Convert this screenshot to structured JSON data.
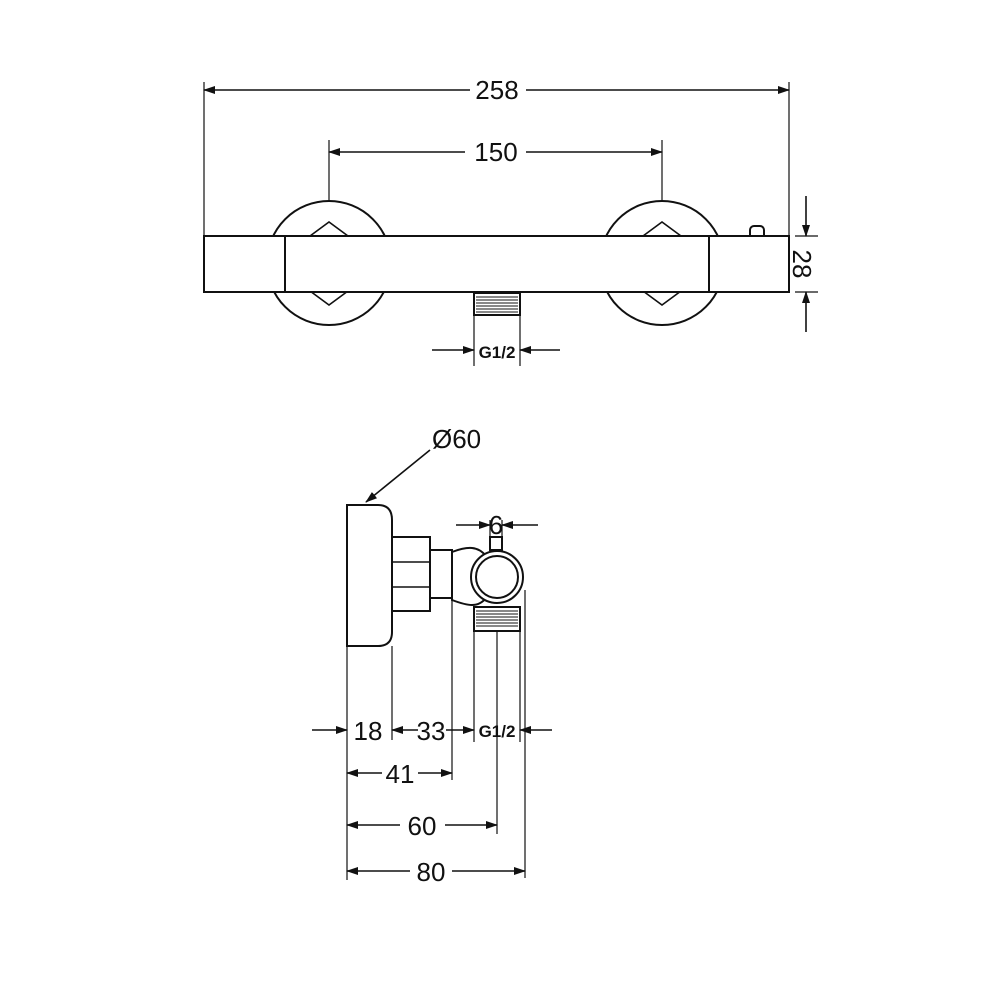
{
  "front_view": {
    "dim_overall_width": "258",
    "dim_center_distance": "150",
    "dim_body_height": "28",
    "dim_outlet_thread": "G1/2"
  },
  "side_view": {
    "dim_rosette_diameter": "Ø60",
    "dim_pin": "6",
    "dim_rosette_depth": "18",
    "dim_connector_length": "33",
    "dim_outlet_thread": "G1/2",
    "dim_to_body": "41",
    "dim_to_outlet_axis": "60",
    "dim_total_depth": "80"
  }
}
